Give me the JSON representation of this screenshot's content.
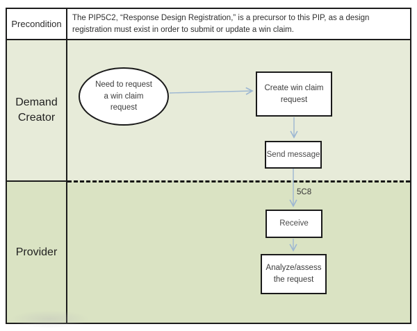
{
  "colors": {
    "demand_lane_bg": "#e7ebd9",
    "provider_lane_bg": "#dae3c3",
    "border": "#1c1c1c",
    "arrow": "#9db7d2"
  },
  "precondition": {
    "label": "Precondition",
    "text": "The PIP5C2, “Response Design Registration,” is a precursor to this PIP, as a design registration must exist in order to submit or update a win claim."
  },
  "lanes": [
    {
      "label": "Demand Creator"
    },
    {
      "label": "Provider"
    }
  ],
  "nodes": {
    "start": "Need to request a win claim request",
    "create": "Create win claim request",
    "send": "Send message",
    "receive": "Receive",
    "analyze": "Analyze/assess the request"
  },
  "labels": {
    "arrow_label": "5C8"
  }
}
